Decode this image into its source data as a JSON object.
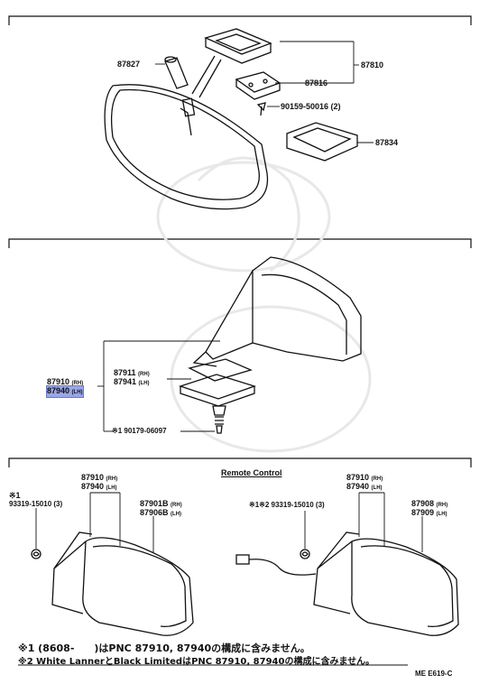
{
  "section1": {
    "p87827": "87827",
    "p87810": "87810",
    "p87816": "87816",
    "p90159": "90159-50016 (2)",
    "p87834": "87834"
  },
  "section2": {
    "p87910": "87910",
    "p87940": "87940",
    "rh": "(RH)",
    "lh": "(LH)",
    "p87911": "87911",
    "p87941": "87941",
    "p90179": "※1 90179-06097"
  },
  "section3": {
    "title": "Remote Control",
    "left": {
      "p87910": "87910",
      "p87940": "87940",
      "mark": "※1",
      "p93319": "93319-15010 (3)",
      "p87901B": "87901B",
      "p87906B": "87906B"
    },
    "right": {
      "p87910": "87910",
      "p87940": "87940",
      "p93319": "※1※2 93319-15010 (3)",
      "p87908": "87908",
      "p87909": "87909"
    },
    "rh": "(RH)",
    "lh": "(LH)"
  },
  "notes": {
    "note1": "※1 (8608-　　)はPNC 87910, 87940の構成に含みません。",
    "note2": "※2 White LannerとBlack LimitedはPNC 87910, 87940の構成に含みません。",
    "code": "ME E619-C"
  }
}
